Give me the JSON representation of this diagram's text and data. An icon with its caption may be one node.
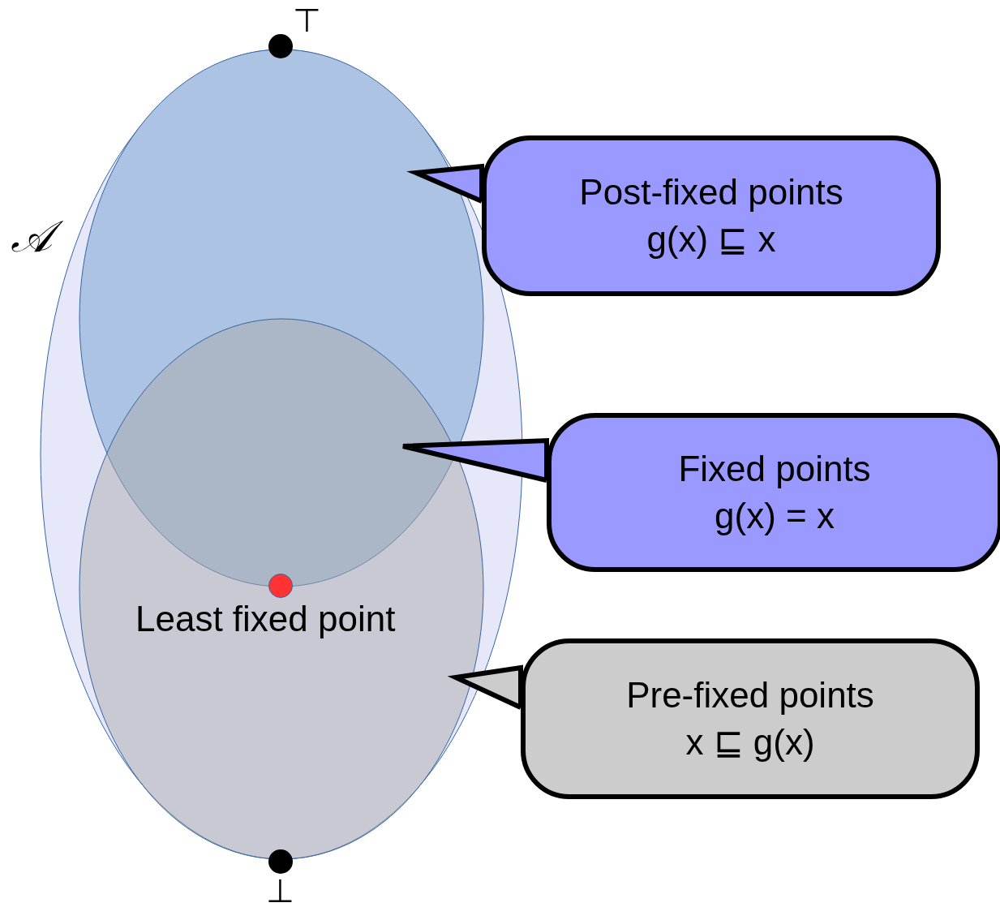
{
  "diagram": {
    "nodes": [
      {
        "text": [
          "𝒜"
        ]
      },
      {
        "text": [],
        "shape": "ellipse",
        "in": 0
      },
      {
        "text": [],
        "shape": "ellipse",
        "in": 0
      },
      {
        "text": [],
        "shape": "circle",
        "beside": [
          "⊤"
        ]
      },
      {
        "text": [],
        "shape": "circle",
        "in": 2,
        "beside": [
          "Least fixed point"
        ]
      },
      {
        "text": [],
        "shape": "circle",
        "beside": [
          "⊥"
        ]
      },
      {
        "text": [
          "Post-fixed points",
          "g(x) ⊑ x"
        ]
      },
      {
        "text": [
          "Fixed points",
          "g(x) = x"
        ]
      },
      {
        "text": [
          "Pre-fixed points",
          "x ⊑ g(x)"
        ]
      }
    ],
    "edges": [
      {
        "from": 6,
        "to": 1,
        "arrow": "to"
      },
      {
        "from": 7,
        "to": null,
        "arrow": "to"
      },
      {
        "from": 8,
        "to": 2,
        "arrow": "to"
      }
    ]
  }
}
